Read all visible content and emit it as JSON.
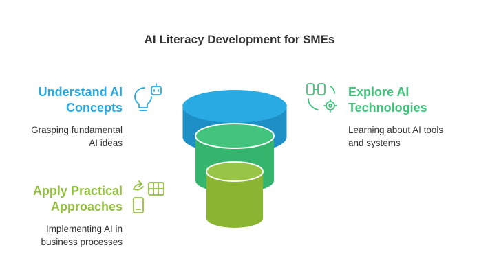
{
  "title": "AI Literacy Development for SMEs",
  "colors": {
    "blue": "#27a9e1",
    "green": "#41c37c",
    "lime": "#93bf3e",
    "text": "#333333"
  },
  "stages": [
    {
      "heading_lines": [
        "Understand AI",
        "Concepts"
      ],
      "desc_lines": [
        "Grasping fundamental",
        "AI ideas"
      ],
      "icon": "lightbulb-robot-icon"
    },
    {
      "heading_lines": [
        "Explore AI",
        "Technologies"
      ],
      "desc_lines": [
        "Learning about AI tools",
        "and systems"
      ],
      "icon": "binoculars-gear-icon"
    },
    {
      "heading_lines": [
        "Apply Practical",
        "Approaches"
      ],
      "desc_lines": [
        "Implementing AI in",
        "business processes"
      ],
      "icon": "table-device-icon"
    }
  ]
}
